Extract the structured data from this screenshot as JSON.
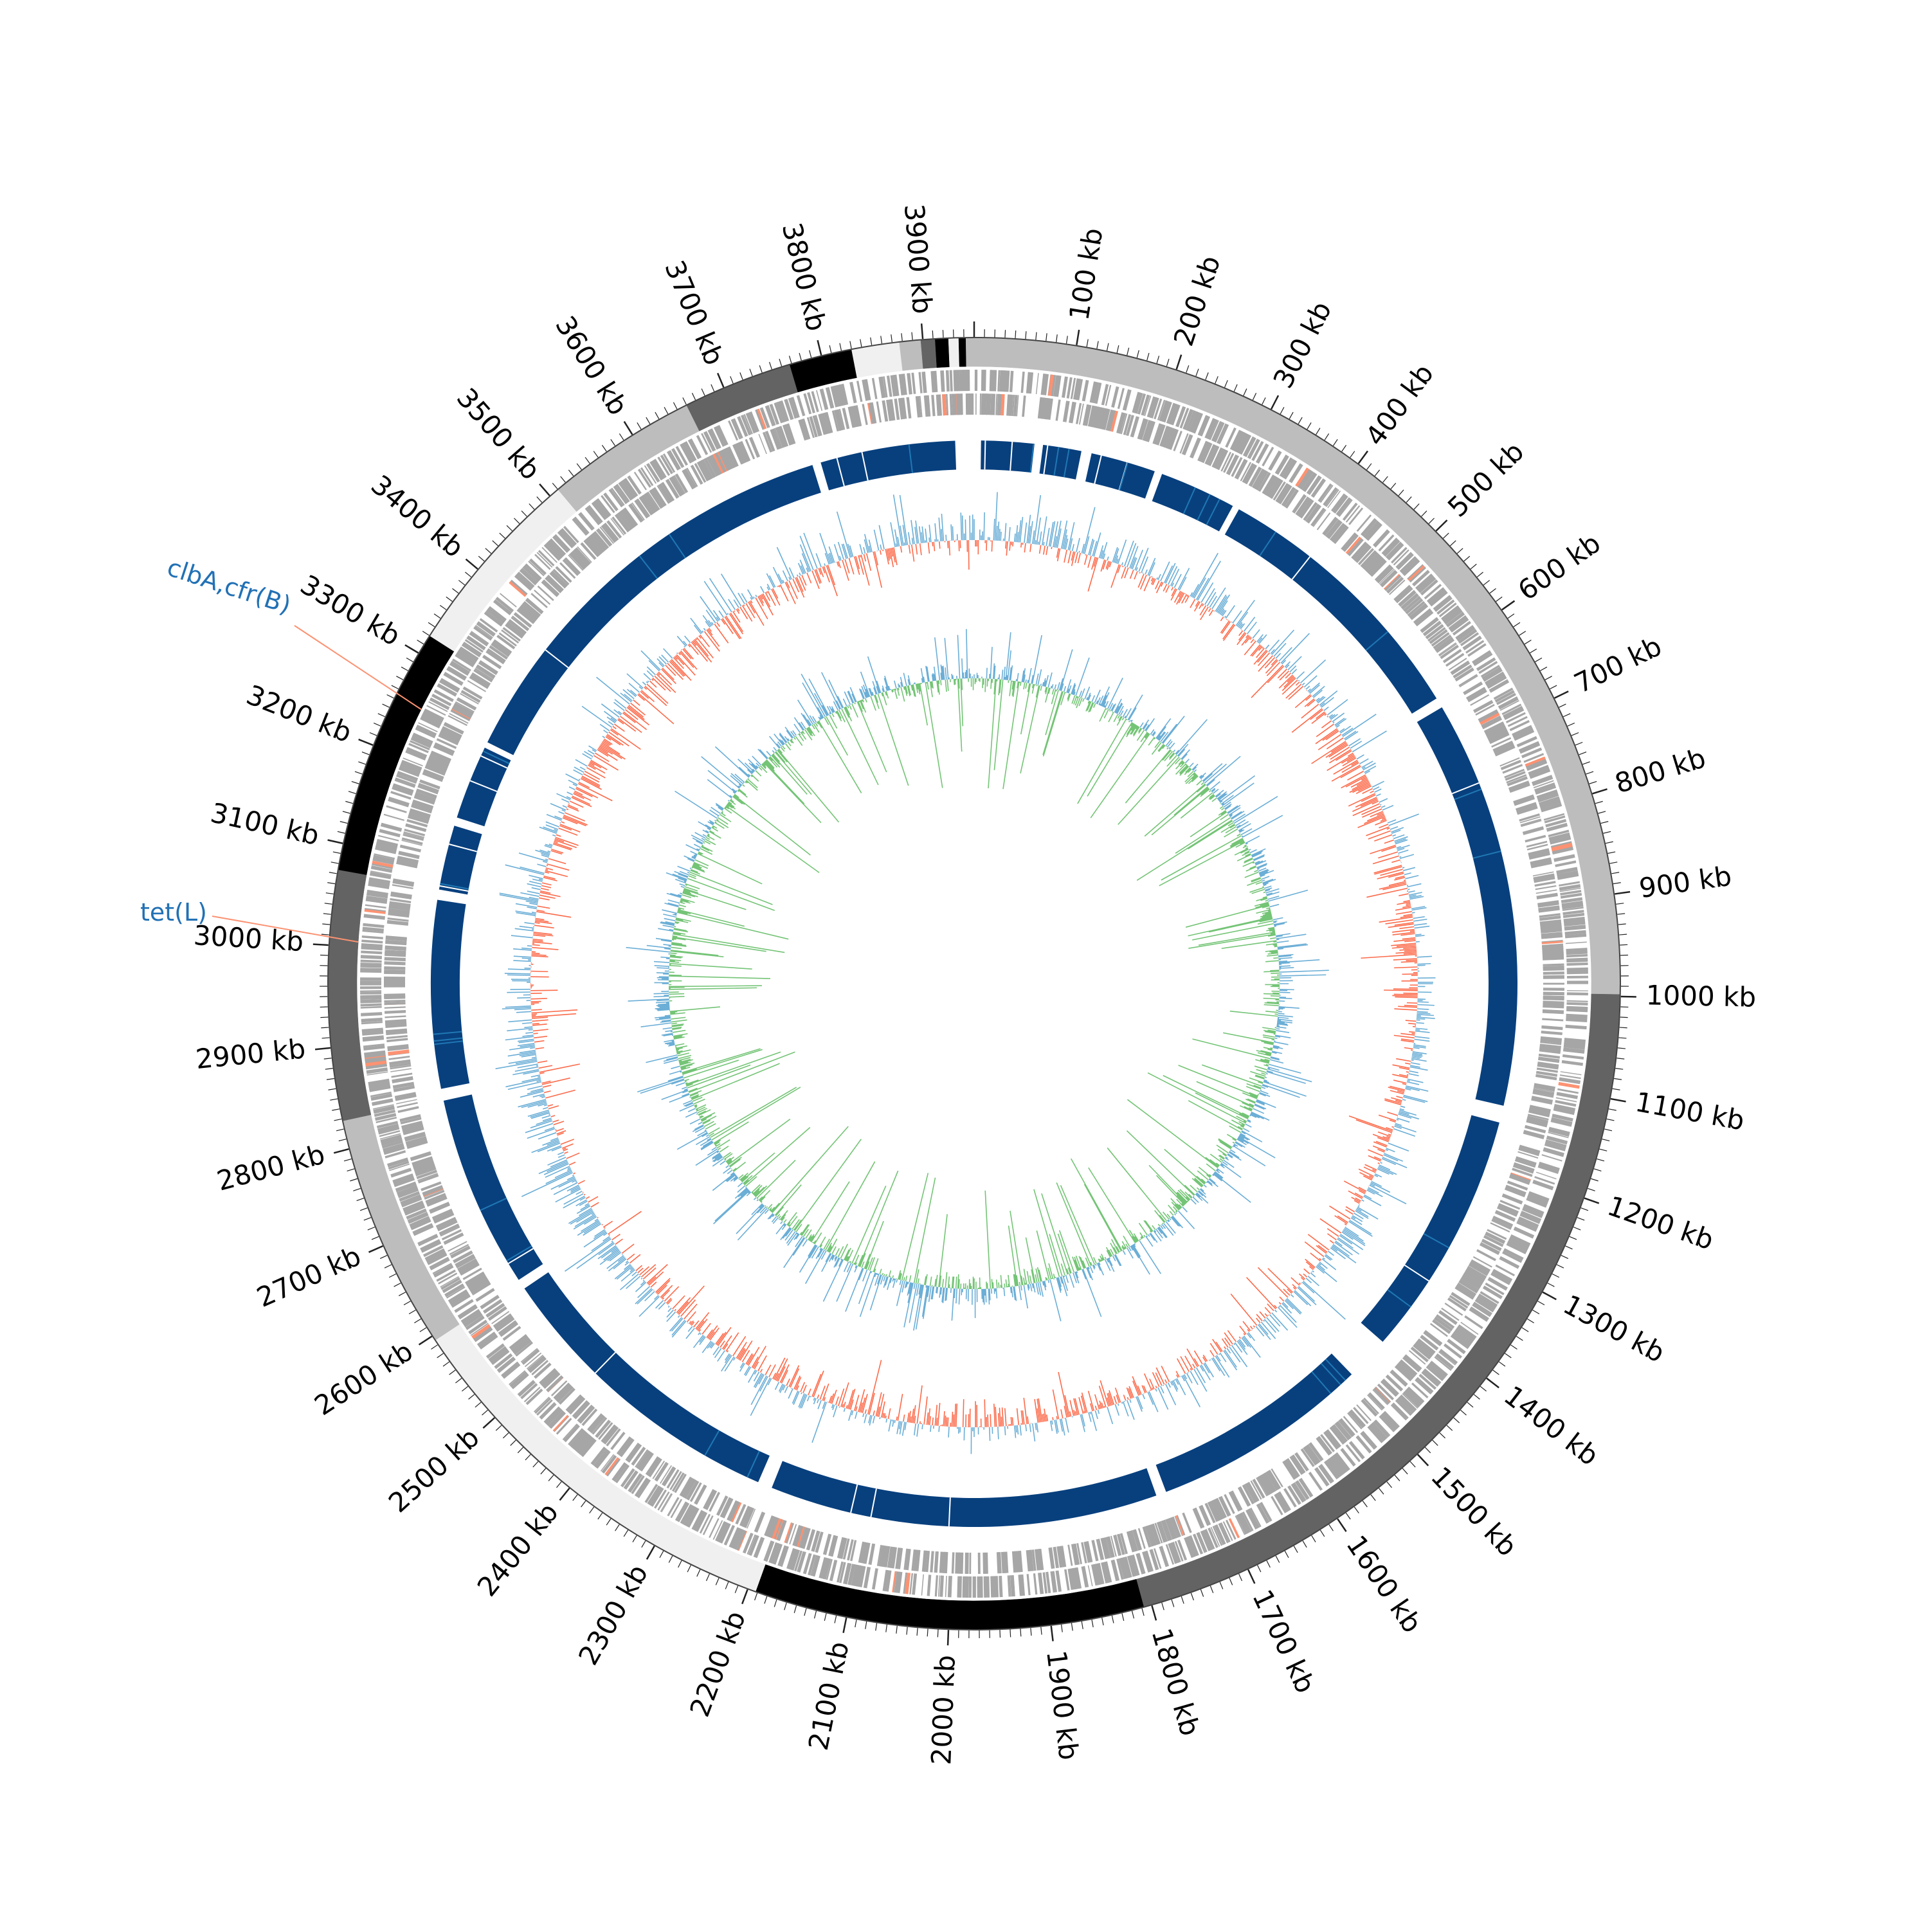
{
  "genome": {
    "length_kb": 3950
  },
  "scale": {
    "unit": "kb",
    "major_tick_kb": [
      100,
      200,
      300,
      400,
      500,
      600,
      700,
      800,
      900,
      1000,
      1100,
      1200,
      1300,
      1400,
      1500,
      1600,
      1700,
      1800,
      1900,
      2000,
      2100,
      2200,
      2300,
      2400,
      2500,
      2600,
      2700,
      2800,
      2900,
      3000,
      3100,
      3200,
      3300,
      3400,
      3500,
      3600,
      3700,
      3800,
      3900
    ],
    "labels": [
      "100 kb",
      "200 kb",
      "300 kb",
      "400 kb",
      "500 kb",
      "600 kb",
      "700 kb",
      "800 kb",
      "900 kb",
      "1000 kb",
      "1100 kb",
      "1200 kb",
      "1300 kb",
      "1400 kb",
      "1500 kb",
      "1600 kb",
      "1700 kb",
      "1800 kb",
      "1900 kb",
      "2000 kb",
      "2100 kb",
      "2200 kb",
      "2300 kb",
      "2400 kb",
      "2500 kb",
      "2600 kb",
      "2700 kb",
      "2800 kb",
      "2900 kb",
      "3000 kb",
      "3100 kb",
      "3200 kb",
      "3300 kb",
      "3400 kb",
      "3500 kb",
      "3600 kb",
      "3700 kb",
      "3800 kb",
      "3900 kb"
    ]
  },
  "contigs": [
    {
      "start": 0,
      "end": 998,
      "color": "#bdbdbd"
    },
    {
      "start": 998,
      "end": 1808,
      "color": "#636363"
    },
    {
      "start": 1808,
      "end": 2192,
      "color": "#000000"
    },
    {
      "start": 2192,
      "end": 2595,
      "color": "#f0f0f0"
    },
    {
      "start": 2595,
      "end": 2828,
      "color": "#bdbdbd"
    },
    {
      "start": 2828,
      "end": 3074,
      "color": "#636363"
    },
    {
      "start": 3074,
      "end": 3320,
      "color": "#000000"
    },
    {
      "start": 3320,
      "end": 3510,
      "color": "#f0f0f0"
    },
    {
      "start": 3510,
      "end": 3660,
      "color": "#bdbdbd"
    },
    {
      "start": 3660,
      "end": 3768,
      "color": "#636363"
    },
    {
      "start": 3768,
      "end": 3830,
      "color": "#000000"
    },
    {
      "start": 3830,
      "end": 3877,
      "color": "#f0f0f0"
    },
    {
      "start": 3877,
      "end": 3898,
      "color": "#bdbdbd"
    },
    {
      "start": 3898,
      "end": 3912,
      "color": "#636363"
    },
    {
      "start": 3912,
      "end": 3925,
      "color": "#000000"
    },
    {
      "start": 3925,
      "end": 3935,
      "color": "#f0f0f0"
    },
    {
      "start": 3935,
      "end": 3942,
      "color": "#000000"
    },
    {
      "start": 3942,
      "end": 3950,
      "color": "#bdbdbd"
    }
  ],
  "blast_blocks": [
    {
      "start": 8,
      "end": 70
    },
    {
      "start": 80,
      "end": 125
    },
    {
      "start": 137,
      "end": 213
    },
    {
      "start": 222,
      "end": 312
    },
    {
      "start": 320,
      "end": 640
    },
    {
      "start": 652,
      "end": 1130
    },
    {
      "start": 1150,
      "end": 1440
    },
    {
      "start": 1492,
      "end": 1748
    },
    {
      "start": 1760,
      "end": 2215
    },
    {
      "start": 2232,
      "end": 2588
    },
    {
      "start": 2600,
      "end": 2826
    },
    {
      "start": 2840,
      "end": 3060
    },
    {
      "start": 3072,
      "end": 3148
    },
    {
      "start": 3158,
      "end": 3245
    },
    {
      "start": 3252,
      "end": 3760
    },
    {
      "start": 3770,
      "end": 3928
    }
  ],
  "annotations": [
    {
      "label": "clbA,cfr(B)",
      "position_kb": 3252,
      "color": "#2171b5"
    },
    {
      "label": "tet(L)",
      "position_kb": 3005,
      "color": "#2171b5"
    }
  ],
  "colors": {
    "forward_cds": "#a6a6a6",
    "reverse_cds": "#a6a6a6",
    "rna": "#fc9272",
    "blast": "#08407e",
    "blast_highlight": "#1f78b4",
    "gc_content_above": "#6baed6",
    "gc_content_below": "#fb6a4a",
    "gc_skew_positive": "#74c476",
    "gc_skew_negative": "#6baed6",
    "annotation_line": "#fc9272"
  }
}
